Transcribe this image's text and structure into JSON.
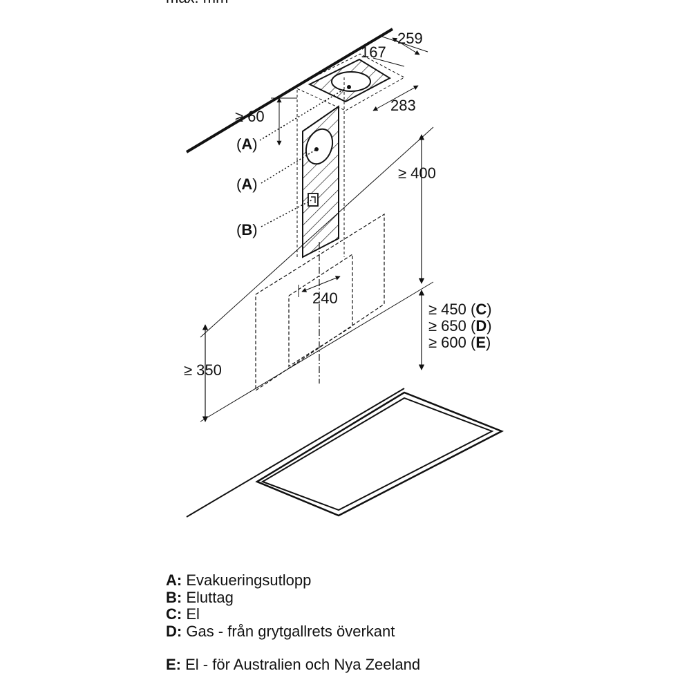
{
  "top_text": "max. mm",
  "dimensions": {
    "d259": "259",
    "d167": "167",
    "d283": "283",
    "d60": "≥ 60",
    "d400": "≥ 400",
    "d240": "240",
    "d350": "≥ 350",
    "d450": "≥ 450",
    "d650": "≥ 650",
    "d600": "≥ 600"
  },
  "callouts": {
    "a1": "A",
    "a2": "A",
    "b": "B",
    "c": "C",
    "d": "D",
    "e": "E"
  },
  "legend": [
    {
      "key": "A:",
      "text": "Evakueringsutlopp"
    },
    {
      "key": "B:",
      "text": "Eluttag"
    },
    {
      "key": "C:",
      "text": "El"
    },
    {
      "key": "D:",
      "text": "Gas - från grytgallrets överkant"
    },
    {
      "key": "E:",
      "text": "El - för Australien och Nya Zeeland"
    }
  ]
}
